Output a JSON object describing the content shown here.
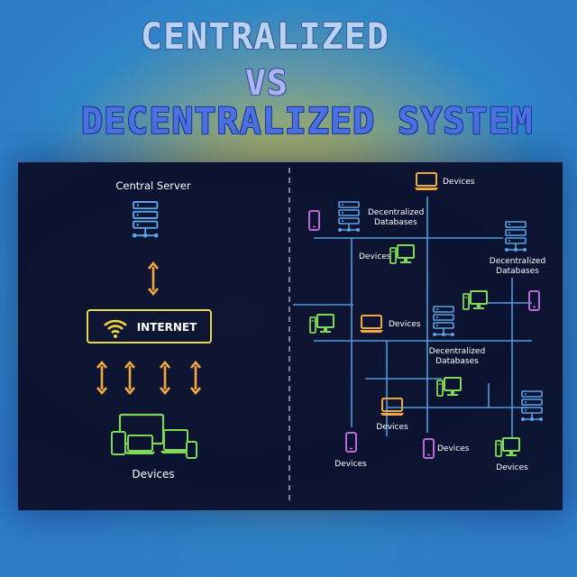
{
  "title": {
    "line1": "CENTRALIZED",
    "line2": "VS",
    "line3": "DECENTRALIZED SYSTEM"
  },
  "colors": {
    "title_light": "#b8d2f2",
    "title_blue": "#4d72e2",
    "panel_bg": "#0c1330",
    "server": "#5aa3e8",
    "arrow": "#f2a93b",
    "internet_border": "#e8d84a",
    "device_green": "#7ed957",
    "device_orange": "#f2a93b",
    "device_purple": "#b86ad8",
    "line": "#4e9be0"
  },
  "centralized": {
    "server_label": "Central Server",
    "internet_label": "INTERNET",
    "devices_label": "Devices"
  },
  "decentralized": {
    "devices_label": "Devices",
    "db_label_line1": "Decentralized",
    "db_label_line2": "Databases"
  }
}
